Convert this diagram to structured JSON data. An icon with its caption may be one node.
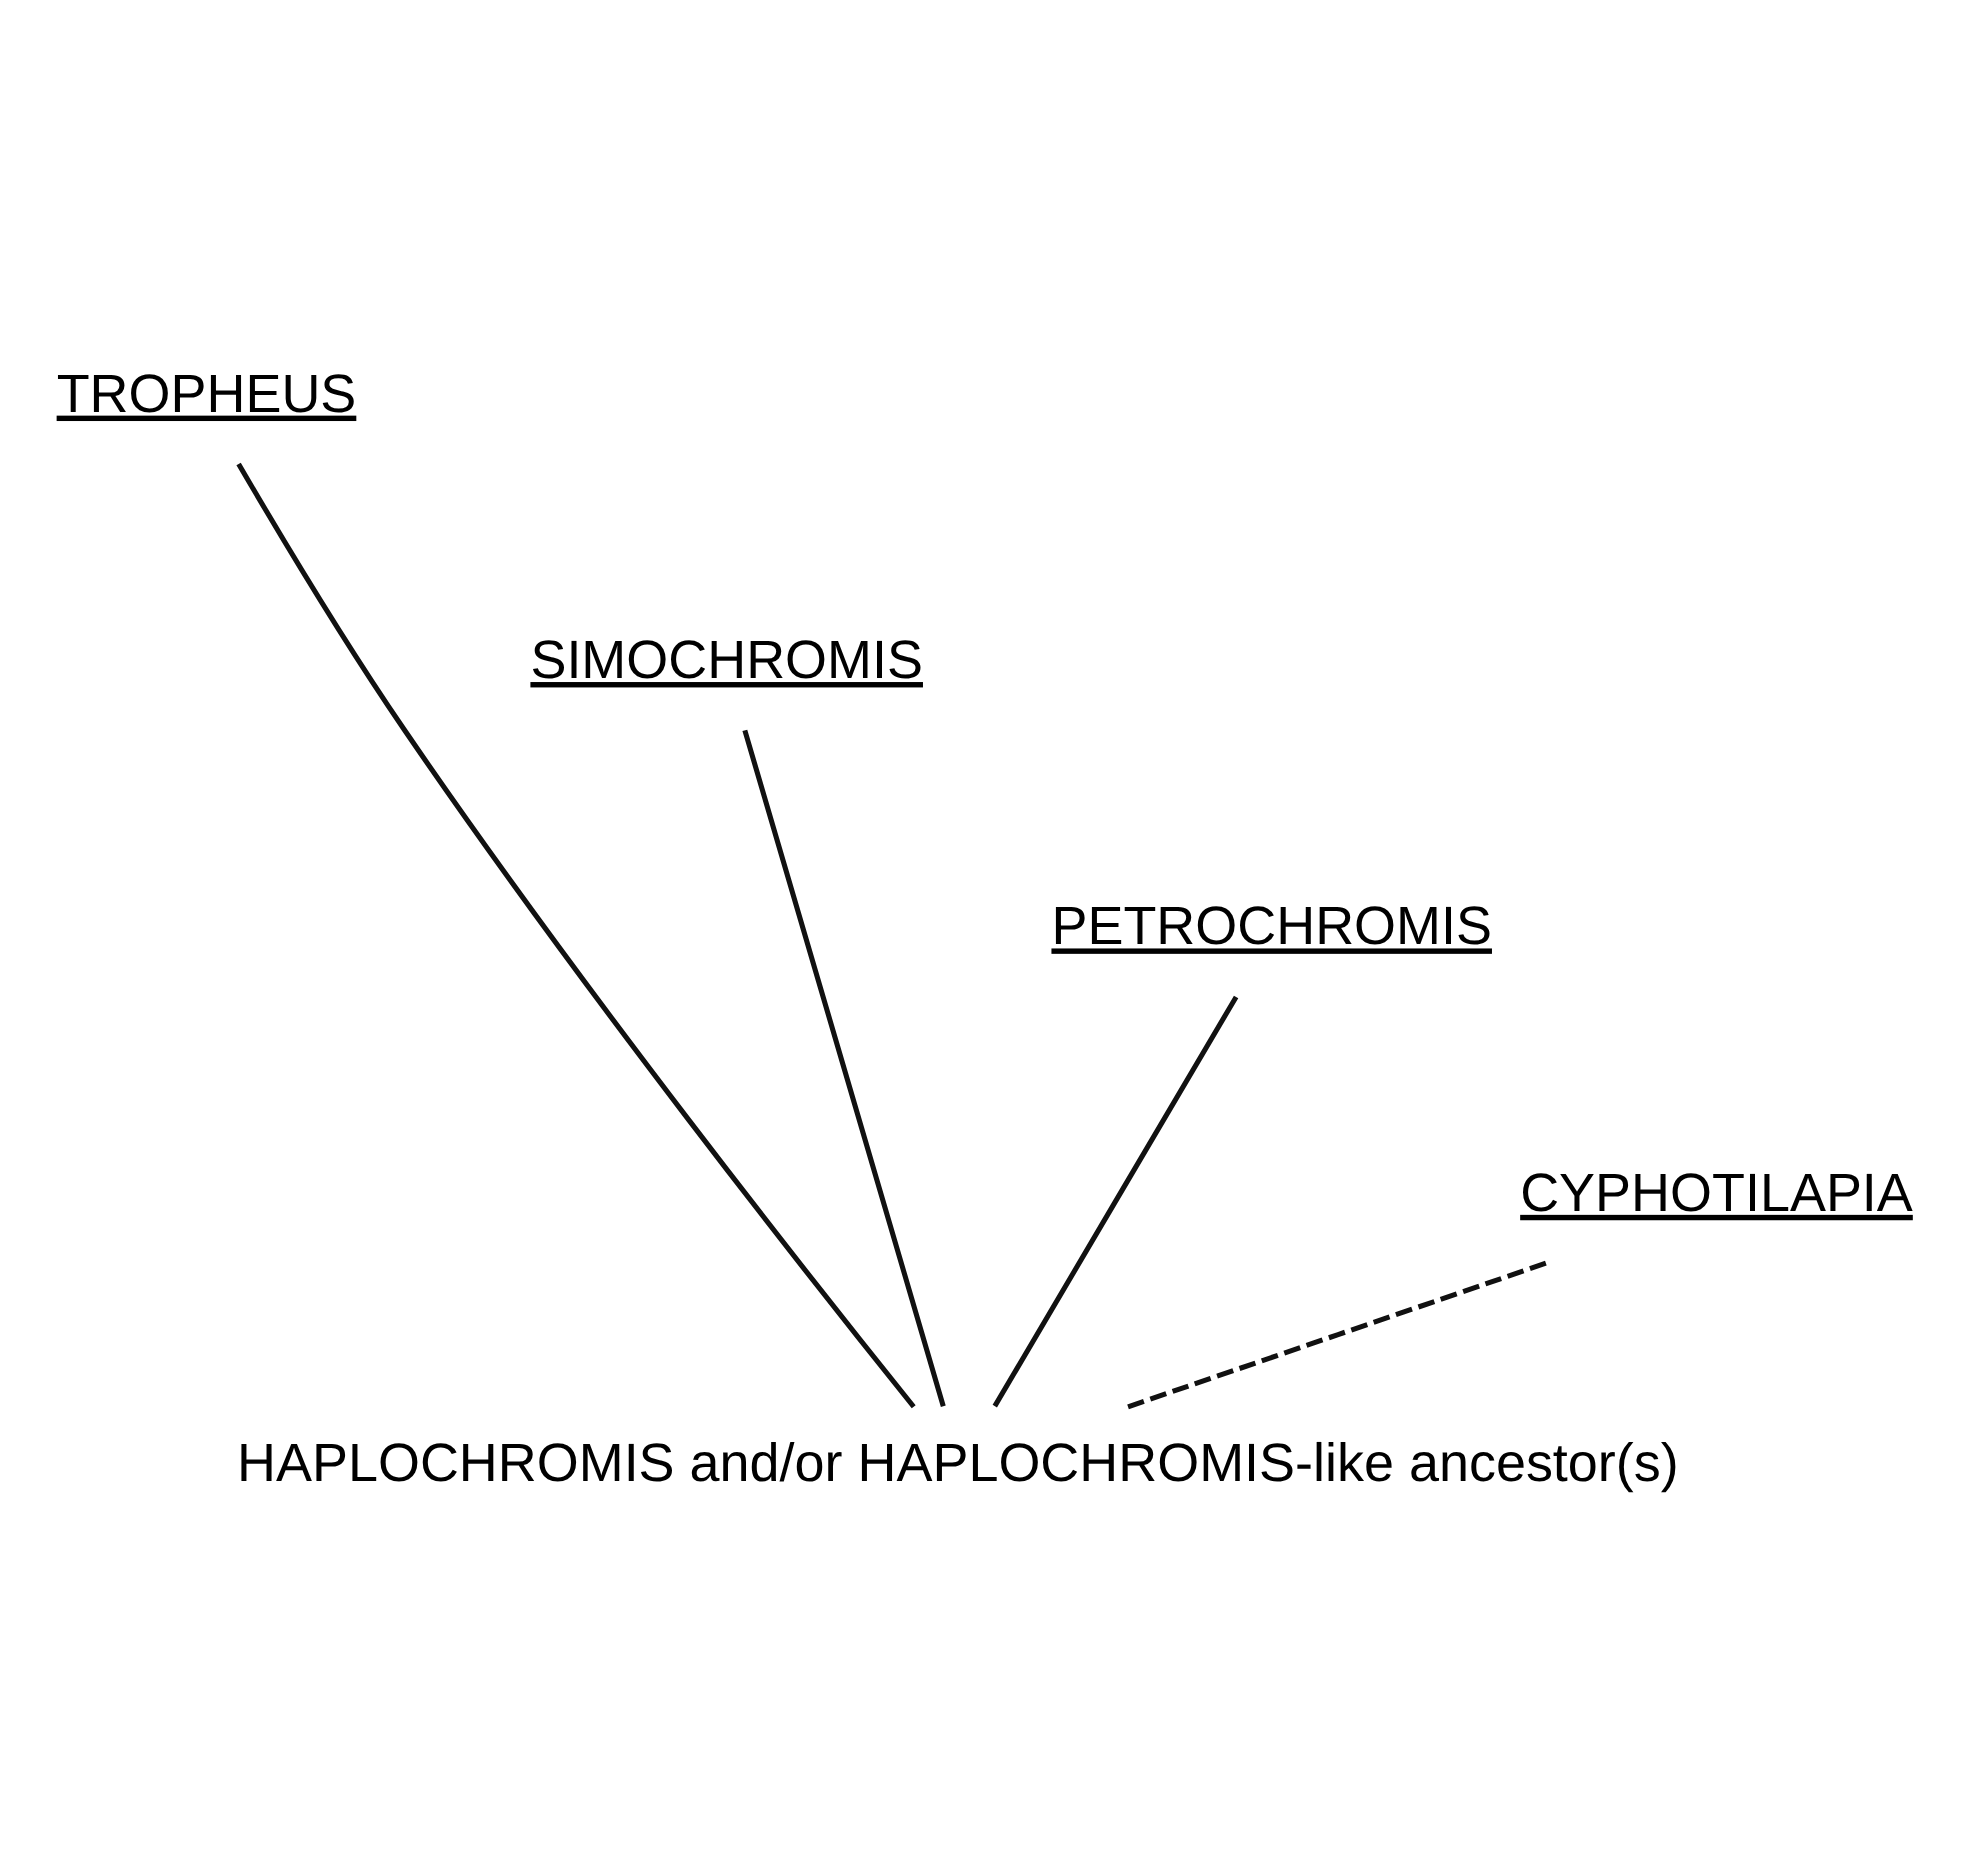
{
  "diagram": {
    "nodes": [
      {
        "text": [
          "TROPHEUS"
        ]
      },
      {
        "text": [
          "SIMOCHROMIS"
        ]
      },
      {
        "text": [
          "PETROCHROMIS"
        ]
      },
      {
        "text": [
          "CYPHOTILAPIA"
        ]
      },
      {
        "text": [
          "HAPLOCHROMIS and/or HAPLOCHROMIS-like ancestor(s)"
        ]
      }
    ],
    "edges": [
      {
        "from": 4,
        "to": 3,
        "arrow": "none",
        "style": "dashed"
      },
      {
        "from": 4,
        "to": 2,
        "arrow": "none"
      },
      {
        "from": 4,
        "to": 1,
        "arrow": "none"
      },
      {
        "from": 4,
        "to": 0,
        "arrow": "none"
      }
    ]
  }
}
